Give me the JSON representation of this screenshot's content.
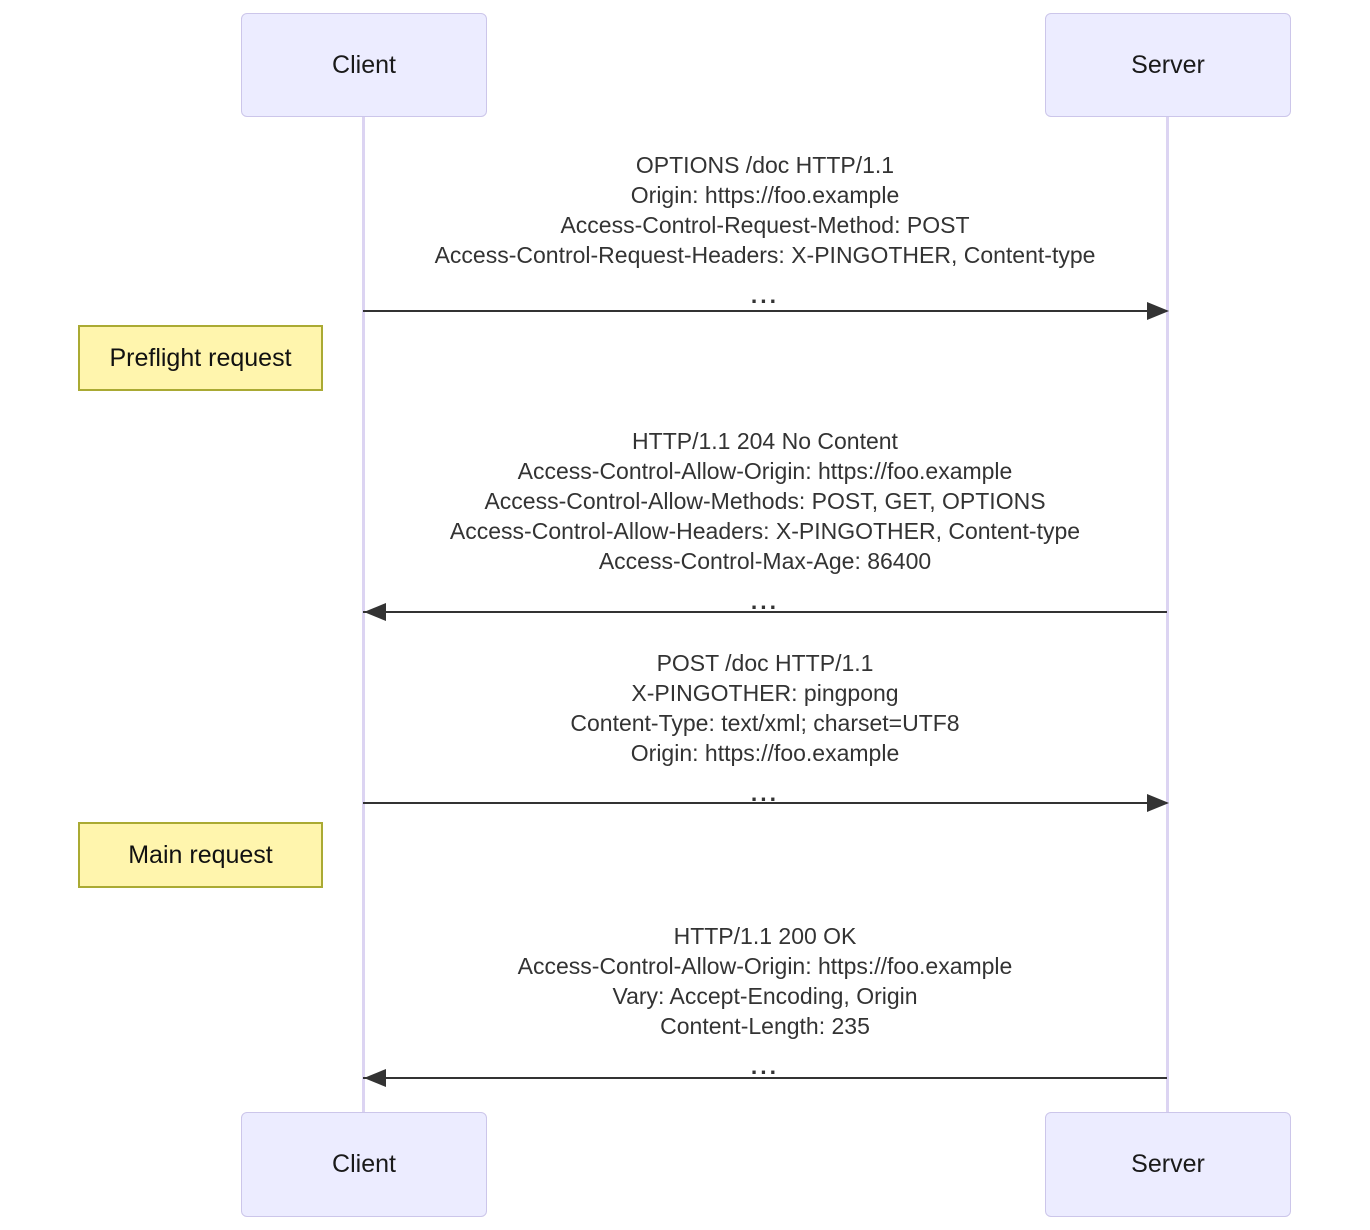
{
  "actors": {
    "client": "Client",
    "server": "Server"
  },
  "notes": [
    {
      "label": "Preflight request"
    },
    {
      "label": "Main request"
    }
  ],
  "messages": [
    {
      "direction": "client-to-server",
      "lines": [
        "OPTIONS /doc HTTP/1.1",
        "Origin: https://foo.example",
        "Access-Control-Request-Method: POST",
        "Access-Control-Request-Headers: X-PINGOTHER, Content-type",
        "..."
      ]
    },
    {
      "direction": "server-to-client",
      "lines": [
        "HTTP/1.1 204 No Content",
        "Access-Control-Allow-Origin: https://foo.example",
        "Access-Control-Allow-Methods: POST, GET, OPTIONS",
        "Access-Control-Allow-Headers: X-PINGOTHER, Content-type",
        "Access-Control-Max-Age: 86400",
        "..."
      ]
    },
    {
      "direction": "client-to-server",
      "lines": [
        "POST /doc HTTP/1.1",
        "X-PINGOTHER: pingpong",
        "Content-Type: text/xml; charset=UTF8",
        "Origin: https://foo.example",
        "..."
      ]
    },
    {
      "direction": "server-to-client",
      "lines": [
        "HTTP/1.1 200 OK",
        "Access-Control-Allow-Origin: https://foo.example",
        "Vary: Accept-Encoding, Origin",
        "Content-Length: 235",
        "..."
      ]
    }
  ],
  "colors": {
    "actor_fill": "#ECECFF",
    "actor_border": "#CCC6EA",
    "lifeline": "#DCD4F2",
    "note_fill": "#FFF5AD",
    "note_border": "#AAAA33",
    "arrow": "#333333",
    "message_text": "#333333",
    "background": "#FFFFFF"
  }
}
